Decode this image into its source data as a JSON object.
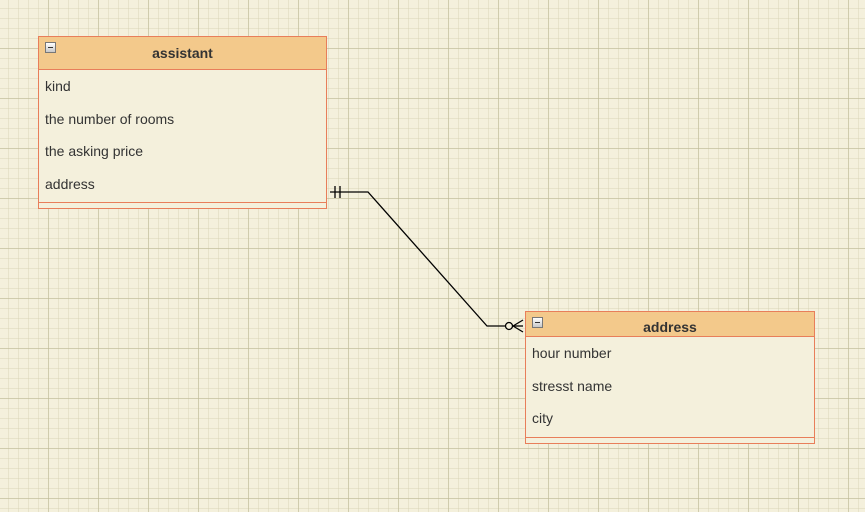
{
  "entities": {
    "assistant": {
      "title": "assistant",
      "attributes": [
        "kind",
        "the number of rooms",
        "the asking price",
        "address"
      ]
    },
    "address": {
      "title": "address",
      "attributes": [
        "hour number",
        "stresst name",
        "city"
      ]
    }
  },
  "relationship": {
    "from": "assistant",
    "to": "address",
    "from_cardinality": "exactly-one",
    "to_cardinality": "zero-or-many"
  },
  "colors": {
    "header_fill": "#f3c98b",
    "border": "#e87e5a",
    "canvas": "#f4f0dc",
    "connector": "#000000"
  }
}
